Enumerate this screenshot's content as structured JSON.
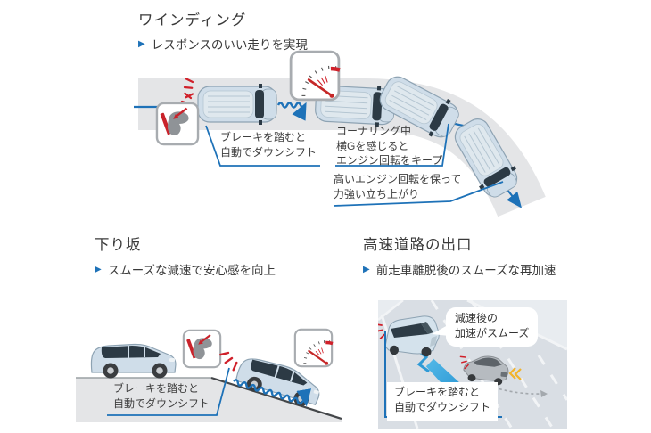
{
  "winding": {
    "title": "ワインディング",
    "bullet": "▶",
    "subtitle": "レスポンスのいい走りを実現",
    "callout_brake": "ブレーキを踏むと\n自動でダウンシフト",
    "callout_corner": "コーナリング中\n横Gを感じると\nエンジン回転をキープ",
    "callout_rise": "高いエンジン回転を保って\n力強い立ち上がり"
  },
  "downhill": {
    "title": "下り坂",
    "bullet": "▶",
    "subtitle": "スムーズな減速で安心感を向上",
    "callout_brake": "ブレーキを踏むと\n自動でダウンシフト"
  },
  "highway": {
    "title": "高速道路の出口",
    "bullet": "▶",
    "subtitle": "前走車離脱後のスムーズな再加速",
    "bubble": "減速後の\n加速がスムーズ",
    "callout_brake": "ブレーキを踏むと\n自動でダウンシフト"
  },
  "icons": {
    "brake_pedal": "brake-pedal-icon",
    "tachometer": "tachometer-icon",
    "bullet": "arrow-bullet-icon"
  },
  "colors": {
    "accent_blue": "#1e72b8",
    "arrow_gradient_start": "#54b9e8",
    "arrow_gradient_end": "#0a7cc4",
    "alert_red": "#d0202a",
    "road_gray": "#e4e5e7",
    "car_blue": "#cfdde9",
    "text": "#3c3c3c"
  }
}
